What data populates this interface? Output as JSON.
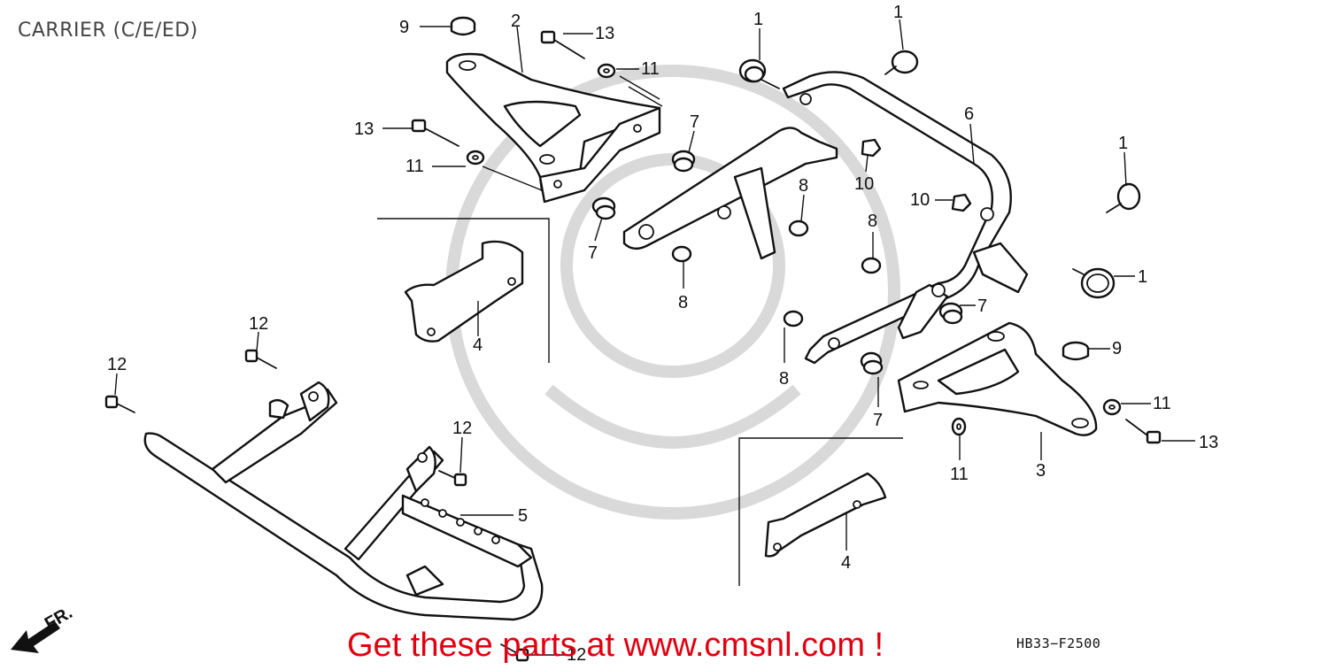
{
  "diagram": {
    "title": "CARRIER (C/E/ED)",
    "drawing_code": "HB33−F2500",
    "front_marker": "FR.",
    "promo_text": "Get these parts at www.cmsnl.com !"
  },
  "callouts": [
    {
      "id": "c-9a",
      "text": "9"
    },
    {
      "id": "c-2",
      "text": "2"
    },
    {
      "id": "c-13a",
      "text": "13"
    },
    {
      "id": "c-11a",
      "text": "11"
    },
    {
      "id": "c-1a",
      "text": "1"
    },
    {
      "id": "c-1b",
      "text": "1"
    },
    {
      "id": "c-6",
      "text": "6"
    },
    {
      "id": "c-13b",
      "text": "13"
    },
    {
      "id": "c-7a",
      "text": "7"
    },
    {
      "id": "c-11b",
      "text": "11"
    },
    {
      "id": "c-10a",
      "text": "10"
    },
    {
      "id": "c-8a",
      "text": "8"
    },
    {
      "id": "c-1c",
      "text": "1"
    },
    {
      "id": "c-10b",
      "text": "10"
    },
    {
      "id": "c-7b",
      "text": "7"
    },
    {
      "id": "c-8b",
      "text": "8"
    },
    {
      "id": "c-8c",
      "text": "8"
    },
    {
      "id": "c-1d",
      "text": "1"
    },
    {
      "id": "c-7c",
      "text": "7"
    },
    {
      "id": "c-4a",
      "text": "4"
    },
    {
      "id": "c-9b",
      "text": "9"
    },
    {
      "id": "c-8d",
      "text": "8"
    },
    {
      "id": "c-12a",
      "text": "12"
    },
    {
      "id": "c-12b",
      "text": "12"
    },
    {
      "id": "c-7d",
      "text": "7"
    },
    {
      "id": "c-11c",
      "text": "11"
    },
    {
      "id": "c-12c",
      "text": "12"
    },
    {
      "id": "c-11d",
      "text": "11"
    },
    {
      "id": "c-3",
      "text": "3"
    },
    {
      "id": "c-13c",
      "text": "13"
    },
    {
      "id": "c-5",
      "text": "5"
    },
    {
      "id": "c-4b",
      "text": "4"
    },
    {
      "id": "c-12d",
      "text": "12"
    }
  ]
}
